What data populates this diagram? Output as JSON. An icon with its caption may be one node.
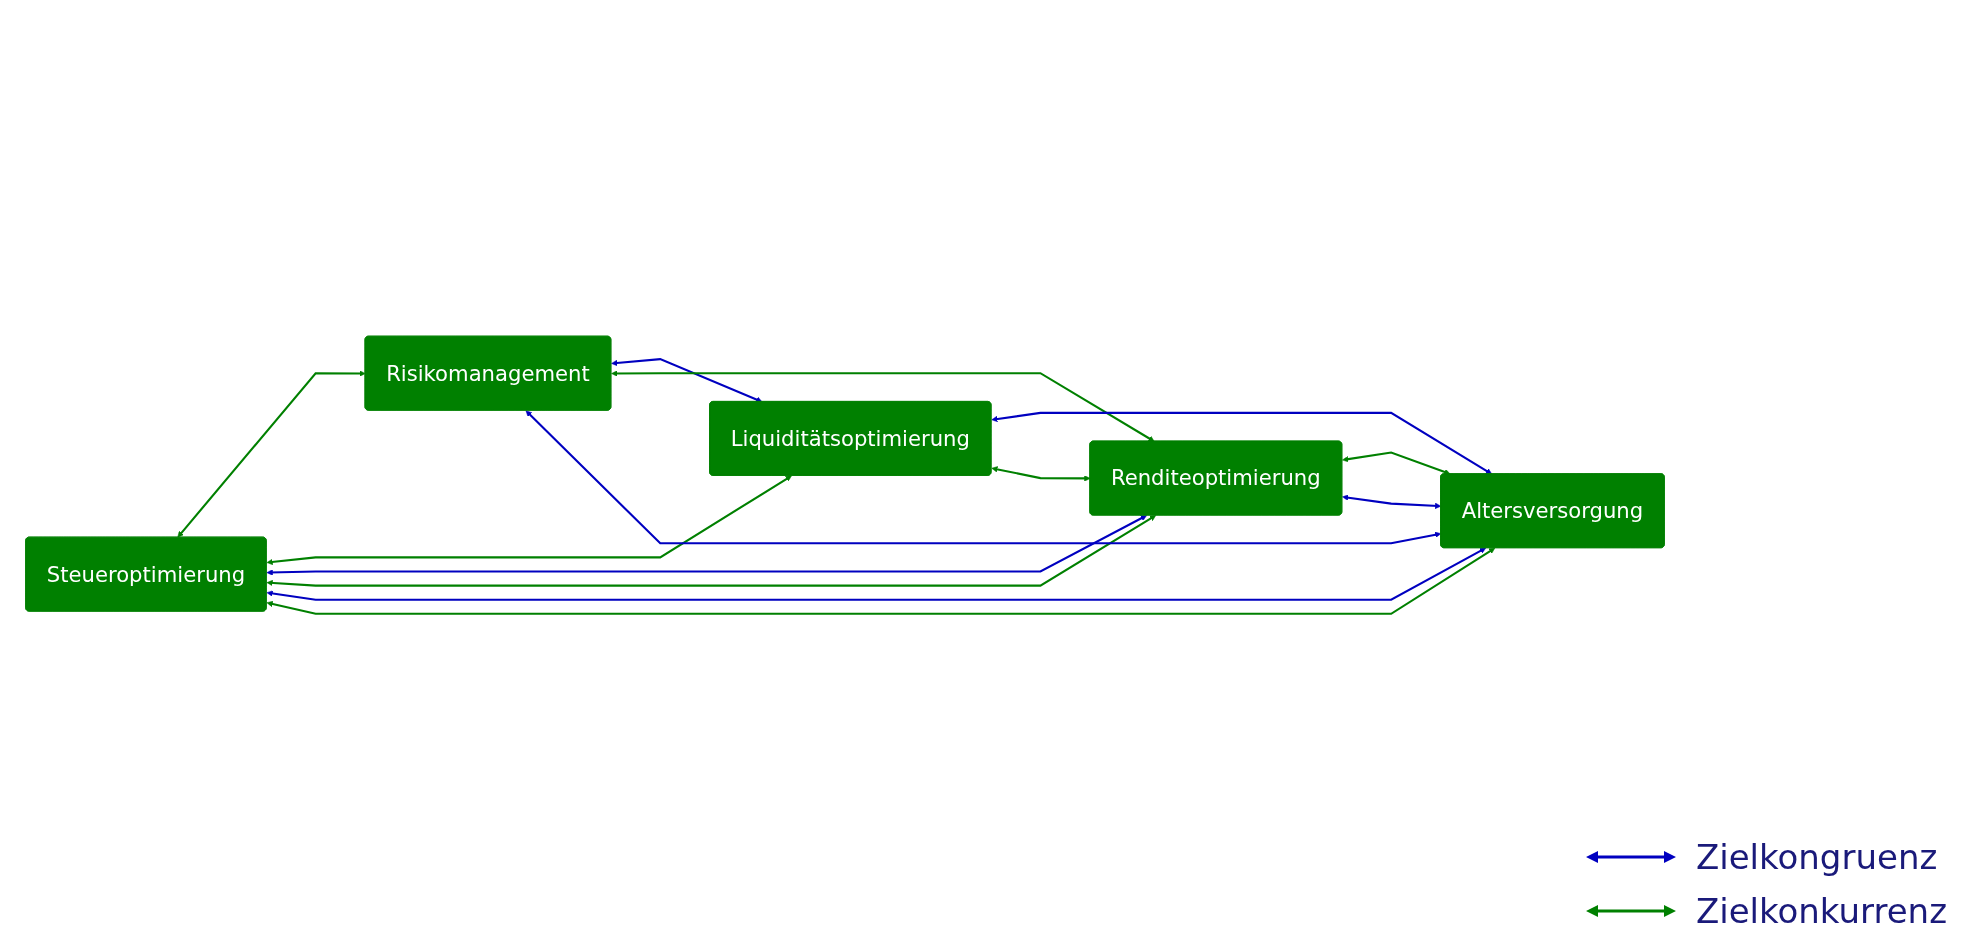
{
  "diagram": {
    "nodes": [
      {
        "text": [
          "Steueroptimierung"
        ]
      },
      {
        "text": [
          "Risikomanagement"
        ]
      },
      {
        "text": [
          "Liquiditätsoptimierung"
        ]
      },
      {
        "text": [
          "Altersversorgung"
        ]
      },
      {
        "text": [
          "Renditeoptimierung"
        ]
      }
    ],
    "edges": [
      {
        "from": 0,
        "to": 1,
        "arrow": "both"
      },
      {
        "from": 0,
        "to": 2,
        "arrow": "both"
      },
      {
        "from": 0,
        "to": 4,
        "arrow": "both",
        "color": "#0000c0"
      },
      {
        "from": 0,
        "to": 4,
        "arrow": "both"
      },
      {
        "from": 0,
        "to": 3,
        "arrow": "both",
        "color": "#0000c0"
      },
      {
        "from": 0,
        "to": 3,
        "arrow": "both"
      },
      {
        "from": 1,
        "to": 2,
        "arrow": "both",
        "color": "#0000c0"
      },
      {
        "from": 1,
        "to": 4,
        "arrow": "both"
      },
      {
        "from": 1,
        "to": 3,
        "arrow": "both",
        "color": "#0000c0"
      },
      {
        "from": 2,
        "to": 3,
        "arrow": "both",
        "color": "#0000c0"
      },
      {
        "from": 2,
        "to": 4,
        "arrow": "both"
      },
      {
        "from": 4,
        "to": 3,
        "arrow": "both"
      },
      {
        "from": 4,
        "to": 3,
        "arrow": "both",
        "color": "#0000c0"
      }
    ],
    "legend": [
      {
        "text": "Zielkongruenz"
      },
      {
        "text": "Zielkonkurrenz"
      }
    ]
  }
}
